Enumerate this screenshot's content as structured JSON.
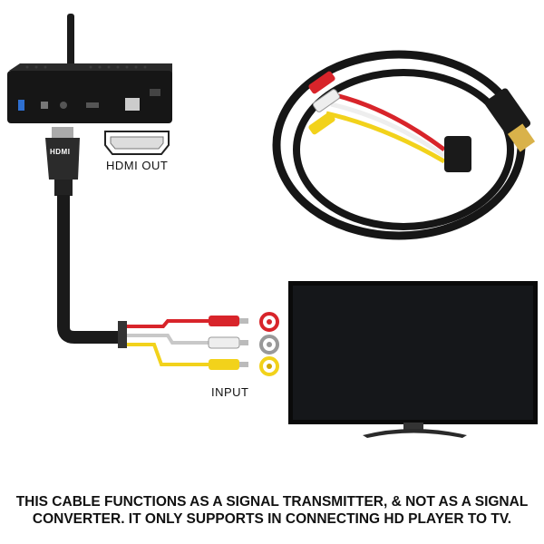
{
  "labels": {
    "hdmi_out": "HDMI OUT",
    "input": "INPUT",
    "plug_logo": "HDMI"
  },
  "caption": {
    "line1": "THIS CABLE FUNCTIONS AS A SIGNAL TRANSMITTER, & NOT AS A SIGNAL",
    "line2": "CONVERTER. IT ONLY SUPPORTS IN CONNECTING HD PLAYER TO TV."
  },
  "colors": {
    "red": "#d8242a",
    "white": "#e8e8e8",
    "yellow": "#f2d21b",
    "cable": "#1a1a1a"
  }
}
